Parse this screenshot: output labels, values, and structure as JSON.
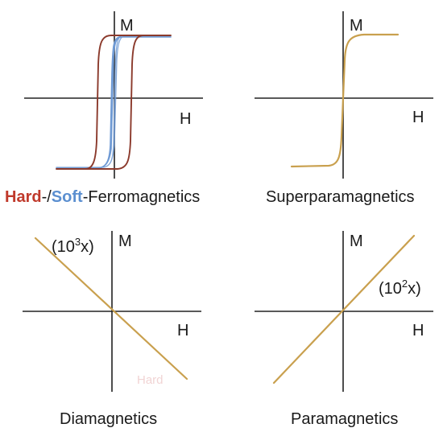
{
  "colors": {
    "hard": "#8b3a2c",
    "hard_label": "#c0392b",
    "soft": "#6f9ad4",
    "soft_label": "#5b8fd0",
    "gold": "#c9a04e",
    "axis": "#222222",
    "text": "#1a1a1a"
  },
  "panels": {
    "ferro": {
      "m_label": "M",
      "h_label": "H",
      "caption_hard": "Hard",
      "caption_sep": "-/",
      "caption_soft": "Soft",
      "caption_rest": "-Ferromagnetics"
    },
    "superpara": {
      "m_label": "M",
      "h_label": "H",
      "caption": "Superparamagnetics"
    },
    "dia": {
      "m_label": "M",
      "h_label": "H",
      "scale_open": "(10",
      "scale_exp": "3",
      "scale_close": "x)",
      "caption": "Diamagnetics",
      "faint_text": "Hard"
    },
    "para": {
      "m_label": "M",
      "h_label": "H",
      "scale_open": "(10",
      "scale_exp": "2",
      "scale_close": "x)",
      "caption": "Paramagnetics"
    }
  }
}
